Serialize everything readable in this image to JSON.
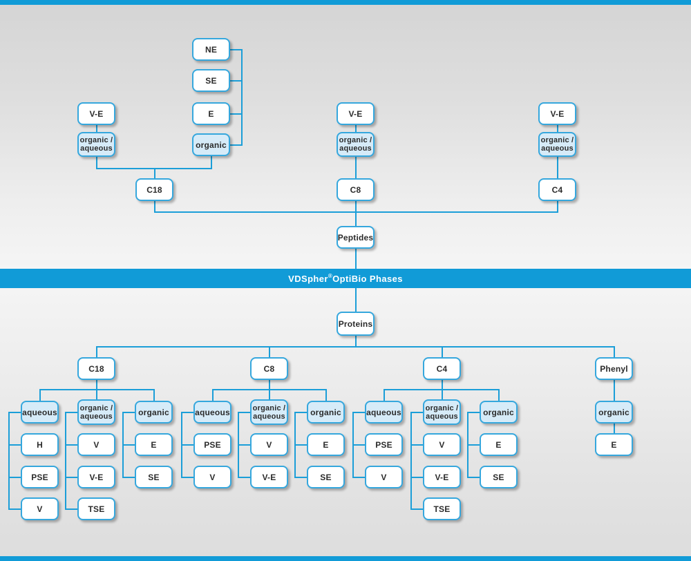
{
  "banner": {
    "brand": "VDSpher",
    "reg": "®",
    "rest": " OptiBio Phases"
  },
  "colors": {
    "accent": "#119bd7",
    "line": "#1b9ed8",
    "box_border": "#35a7dd",
    "box_fill_blue": "#d6ebf8",
    "box_fill_white": "#ffffff",
    "text": "#2b2b2b"
  },
  "diagram": {
    "nodes": [
      {
        "id": "ne",
        "label": "NE",
        "variant": "white"
      },
      {
        "id": "se",
        "label": "SE",
        "variant": "white"
      },
      {
        "id": "e1",
        "label": "E",
        "variant": "white"
      },
      {
        "id": "org1",
        "label": "organic",
        "variant": "blue"
      },
      {
        "id": "ve1",
        "label": "V-E",
        "variant": "white"
      },
      {
        "id": "oa1",
        "label": "organic /\naqueous",
        "variant": "blue"
      },
      {
        "id": "c18t",
        "label": "C18",
        "variant": "white"
      },
      {
        "id": "ve2",
        "label": "V-E",
        "variant": "white"
      },
      {
        "id": "oa2",
        "label": "organic /\naqueous",
        "variant": "blue"
      },
      {
        "id": "c8t",
        "label": "C8",
        "variant": "white"
      },
      {
        "id": "ve3",
        "label": "V-E",
        "variant": "white"
      },
      {
        "id": "oa3",
        "label": "organic /\naqueous",
        "variant": "blue"
      },
      {
        "id": "c4t",
        "label": "C4",
        "variant": "white"
      },
      {
        "id": "peptides",
        "label": "Peptides",
        "variant": "white"
      },
      {
        "id": "proteins",
        "label": "Proteins",
        "variant": "white"
      },
      {
        "id": "c18b",
        "label": "C18",
        "variant": "white"
      },
      {
        "id": "c8b",
        "label": "C8",
        "variant": "white"
      },
      {
        "id": "c4b",
        "label": "C4",
        "variant": "white"
      },
      {
        "id": "phenyl",
        "label": "Phenyl",
        "variant": "white"
      },
      {
        "id": "g1aq",
        "label": "aqueous",
        "variant": "blue"
      },
      {
        "id": "g1oa",
        "label": "organic /\naqueous",
        "variant": "blue"
      },
      {
        "id": "g1or",
        "label": "organic",
        "variant": "blue"
      },
      {
        "id": "g1aq_h",
        "label": "H",
        "variant": "white"
      },
      {
        "id": "g1aq_pse",
        "label": "PSE",
        "variant": "white"
      },
      {
        "id": "g1aq_v",
        "label": "V",
        "variant": "white"
      },
      {
        "id": "g1oa_v",
        "label": "V",
        "variant": "white"
      },
      {
        "id": "g1oa_ve",
        "label": "V-E",
        "variant": "white"
      },
      {
        "id": "g1oa_tse",
        "label": "TSE",
        "variant": "white"
      },
      {
        "id": "g1or_e",
        "label": "E",
        "variant": "white"
      },
      {
        "id": "g1or_se",
        "label": "SE",
        "variant": "white"
      },
      {
        "id": "g2aq",
        "label": "aqueous",
        "variant": "blue"
      },
      {
        "id": "g2oa",
        "label": "organic /\naqueous",
        "variant": "blue"
      },
      {
        "id": "g2or",
        "label": "organic",
        "variant": "blue"
      },
      {
        "id": "g2aq_pse",
        "label": "PSE",
        "variant": "white"
      },
      {
        "id": "g2aq_v",
        "label": "V",
        "variant": "white"
      },
      {
        "id": "g2oa_v",
        "label": "V",
        "variant": "white"
      },
      {
        "id": "g2oa_ve",
        "label": "V-E",
        "variant": "white"
      },
      {
        "id": "g2or_e",
        "label": "E",
        "variant": "white"
      },
      {
        "id": "g2or_se",
        "label": "SE",
        "variant": "white"
      },
      {
        "id": "g3aq",
        "label": "aqueous",
        "variant": "blue"
      },
      {
        "id": "g3oa",
        "label": "organic /\naqueous",
        "variant": "blue"
      },
      {
        "id": "g3or",
        "label": "organic",
        "variant": "blue"
      },
      {
        "id": "g3aq_pse",
        "label": "PSE",
        "variant": "white"
      },
      {
        "id": "g3aq_v",
        "label": "V",
        "variant": "white"
      },
      {
        "id": "g3oa_v",
        "label": "V",
        "variant": "white"
      },
      {
        "id": "g3oa_ve",
        "label": "V-E",
        "variant": "white"
      },
      {
        "id": "g3oa_tse",
        "label": "TSE",
        "variant": "white"
      },
      {
        "id": "g3or_e",
        "label": "E",
        "variant": "white"
      },
      {
        "id": "g3or_se",
        "label": "SE",
        "variant": "white"
      },
      {
        "id": "g4or",
        "label": "organic",
        "variant": "blue"
      },
      {
        "id": "g4e",
        "label": "E",
        "variant": "white"
      }
    ],
    "edges": [
      {
        "style": "right-bracket",
        "items": [
          "ne",
          "se",
          "e1",
          "org1"
        ]
      },
      {
        "style": "v",
        "from": "ve1",
        "to": "oa1"
      },
      {
        "style": "join",
        "parents": [
          "oa1",
          "org1"
        ],
        "child": "c18t",
        "gap": 14
      },
      {
        "style": "v",
        "from": "ve2",
        "to": "oa2"
      },
      {
        "style": "v",
        "from": "oa2",
        "to": "c8t"
      },
      {
        "style": "v",
        "from": "ve3",
        "to": "oa3"
      },
      {
        "style": "v",
        "from": "oa3",
        "to": "c4t"
      },
      {
        "style": "join",
        "parents": [
          "c18t",
          "c8t",
          "c4t"
        ],
        "child": "peptides",
        "gap": 20
      },
      {
        "style": "v",
        "from": "peptides",
        "to": "proteins"
      },
      {
        "style": "fork",
        "parent": "proteins",
        "children": [
          "c18b",
          "c8b",
          "c4b",
          "phenyl"
        ],
        "gap": 16
      },
      {
        "style": "fork",
        "parent": "c18b",
        "children": [
          "g1aq",
          "g1oa",
          "g1or"
        ],
        "gap": 14
      },
      {
        "style": "left-bracket",
        "parent": "g1aq",
        "children": [
          "g1aq_h",
          "g1aq_pse",
          "g1aq_v"
        ]
      },
      {
        "style": "left-bracket",
        "parent": "g1oa",
        "children": [
          "g1oa_v",
          "g1oa_ve",
          "g1oa_tse"
        ]
      },
      {
        "style": "left-bracket",
        "parent": "g1or",
        "children": [
          "g1or_e",
          "g1or_se"
        ]
      },
      {
        "style": "fork",
        "parent": "c8b",
        "children": [
          "g2aq",
          "g2oa",
          "g2or"
        ],
        "gap": 14
      },
      {
        "style": "left-bracket",
        "parent": "g2aq",
        "children": [
          "g2aq_pse",
          "g2aq_v"
        ]
      },
      {
        "style": "left-bracket",
        "parent": "g2oa",
        "children": [
          "g2oa_v",
          "g2oa_ve"
        ]
      },
      {
        "style": "left-bracket",
        "parent": "g2or",
        "children": [
          "g2or_e",
          "g2or_se"
        ]
      },
      {
        "style": "fork",
        "parent": "c4b",
        "children": [
          "g3aq",
          "g3oa",
          "g3or"
        ],
        "gap": 14
      },
      {
        "style": "left-bracket",
        "parent": "g3aq",
        "children": [
          "g3aq_pse",
          "g3aq_v"
        ]
      },
      {
        "style": "left-bracket",
        "parent": "g3oa",
        "children": [
          "g3oa_v",
          "g3oa_ve",
          "g3oa_tse"
        ]
      },
      {
        "style": "left-bracket",
        "parent": "g3or",
        "children": [
          "g3or_e",
          "g3or_se"
        ]
      },
      {
        "style": "v",
        "from": "phenyl",
        "to": "g4or"
      },
      {
        "style": "v",
        "from": "g4or",
        "to": "g4e"
      }
    ]
  }
}
